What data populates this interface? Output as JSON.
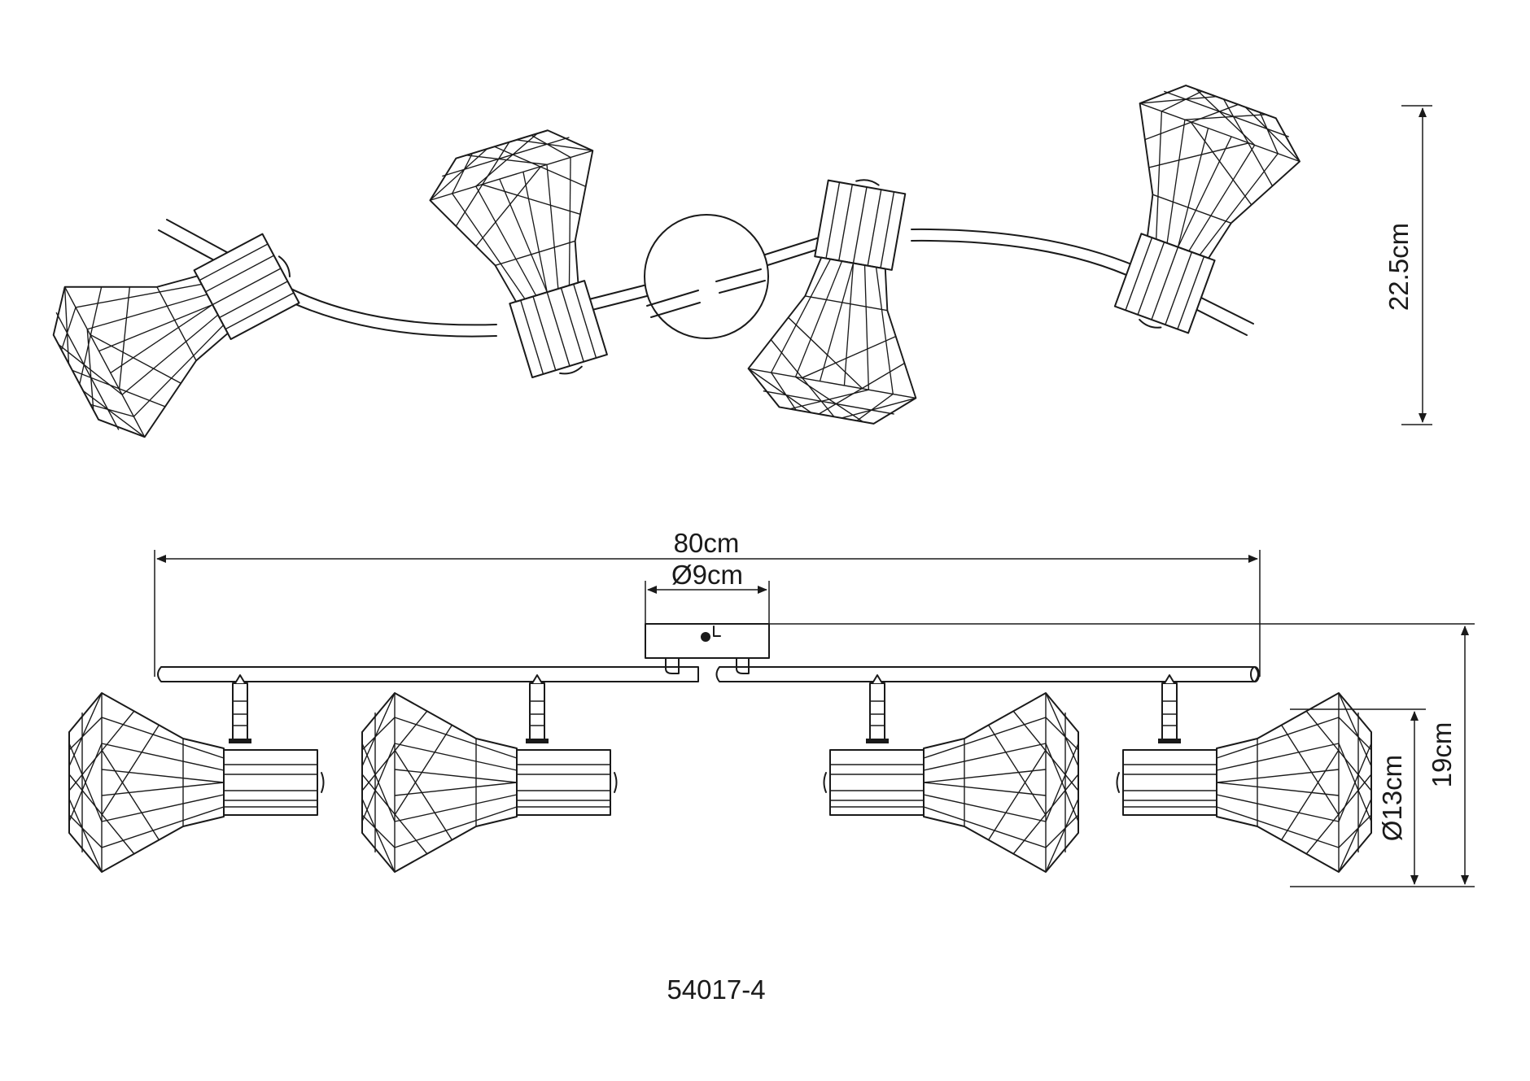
{
  "dimensions": {
    "height_top": "22.5cm",
    "width_total": "80cm",
    "canopy_diameter": "Ø9cm",
    "height_total": "19cm",
    "shade_diameter": "Ø13cm"
  },
  "model_number": "54017-4"
}
